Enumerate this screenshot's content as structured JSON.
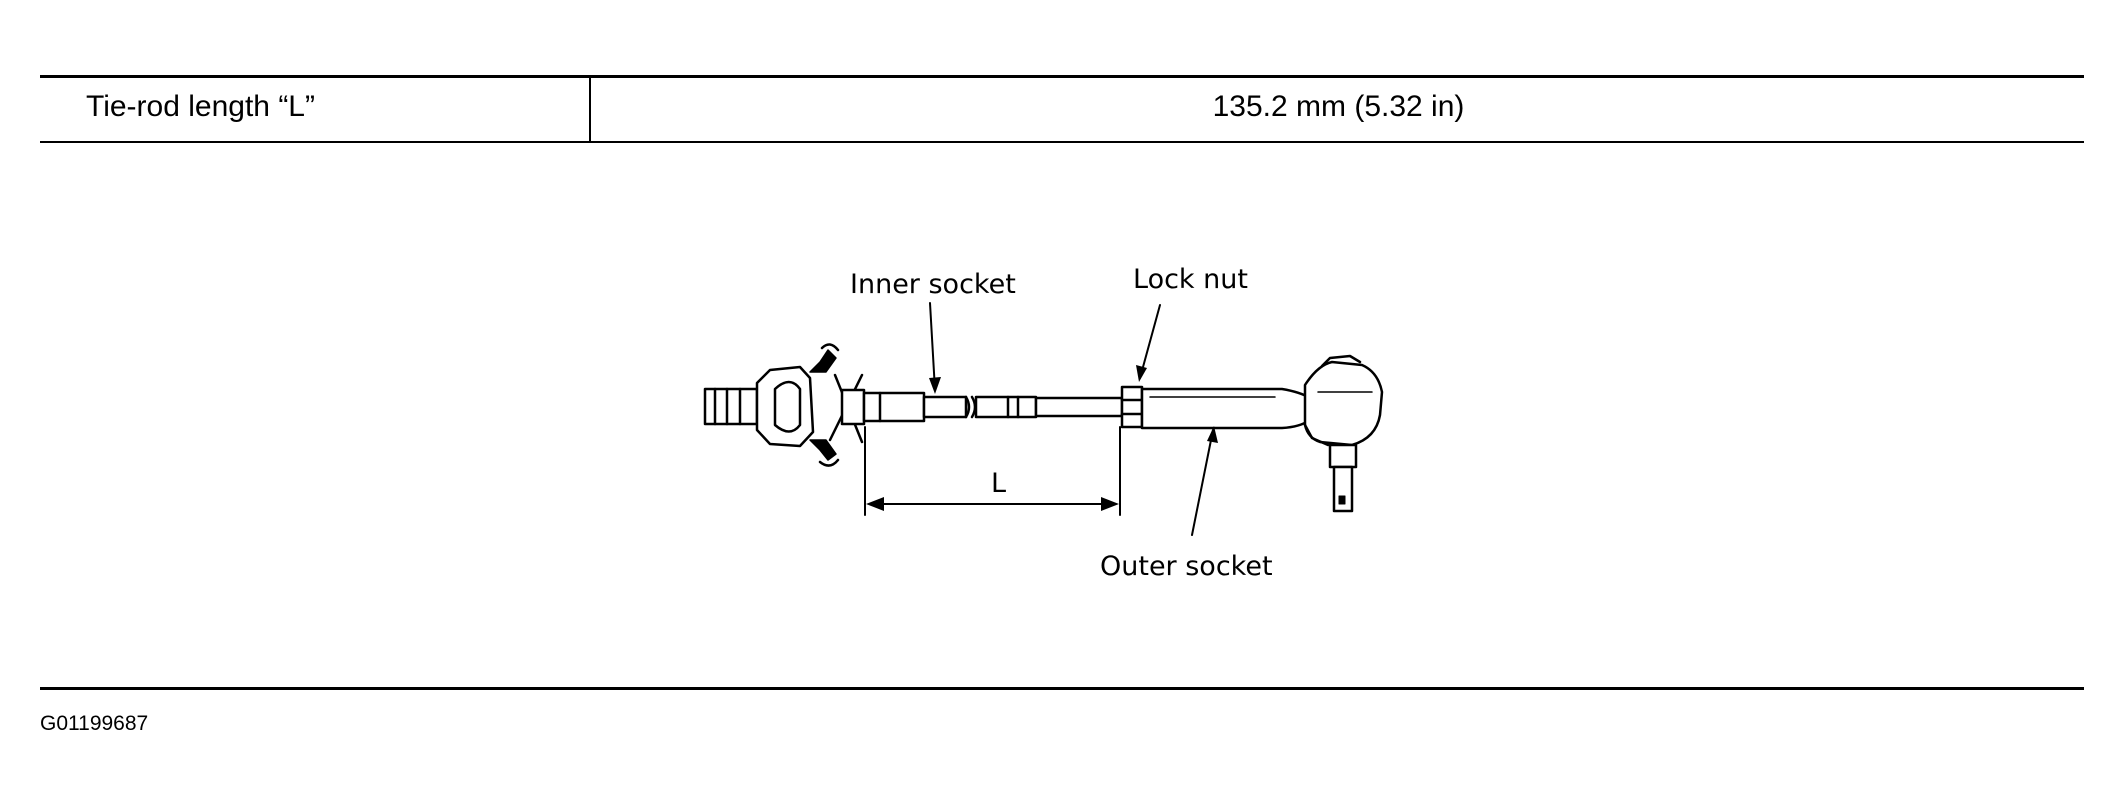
{
  "spec": {
    "label": "Tie-rod length “L”",
    "value": "135.2 mm (5.32 in)"
  },
  "diagram": {
    "inner_socket_label": "Inner socket",
    "lock_nut_label": "Lock nut",
    "outer_socket_label": "Outer socket",
    "dimension_label": "L"
  },
  "figure_id": "G01199687"
}
